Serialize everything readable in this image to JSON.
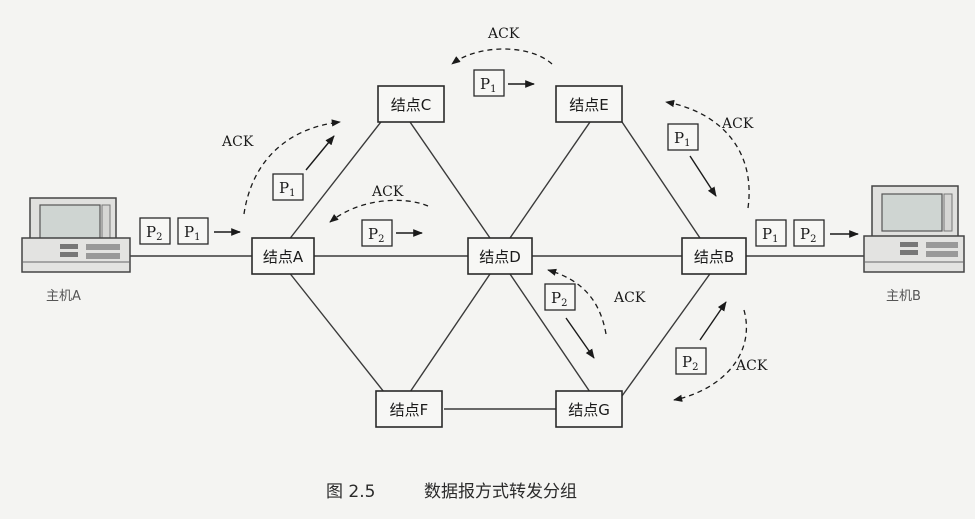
{
  "nodes": {
    "A": "结点A",
    "B": "结点B",
    "C": "结点C",
    "D": "结点D",
    "E": "结点E",
    "F": "结点F",
    "G": "结点G"
  },
  "hosts": {
    "A": "主机A",
    "B": "主机B"
  },
  "packet": {
    "p": "P",
    "sub1": "1",
    "sub2": "2"
  },
  "ack": "ACK",
  "caption": {
    "fig": "图 2.5",
    "title": "数据报方式转发分组"
  }
}
